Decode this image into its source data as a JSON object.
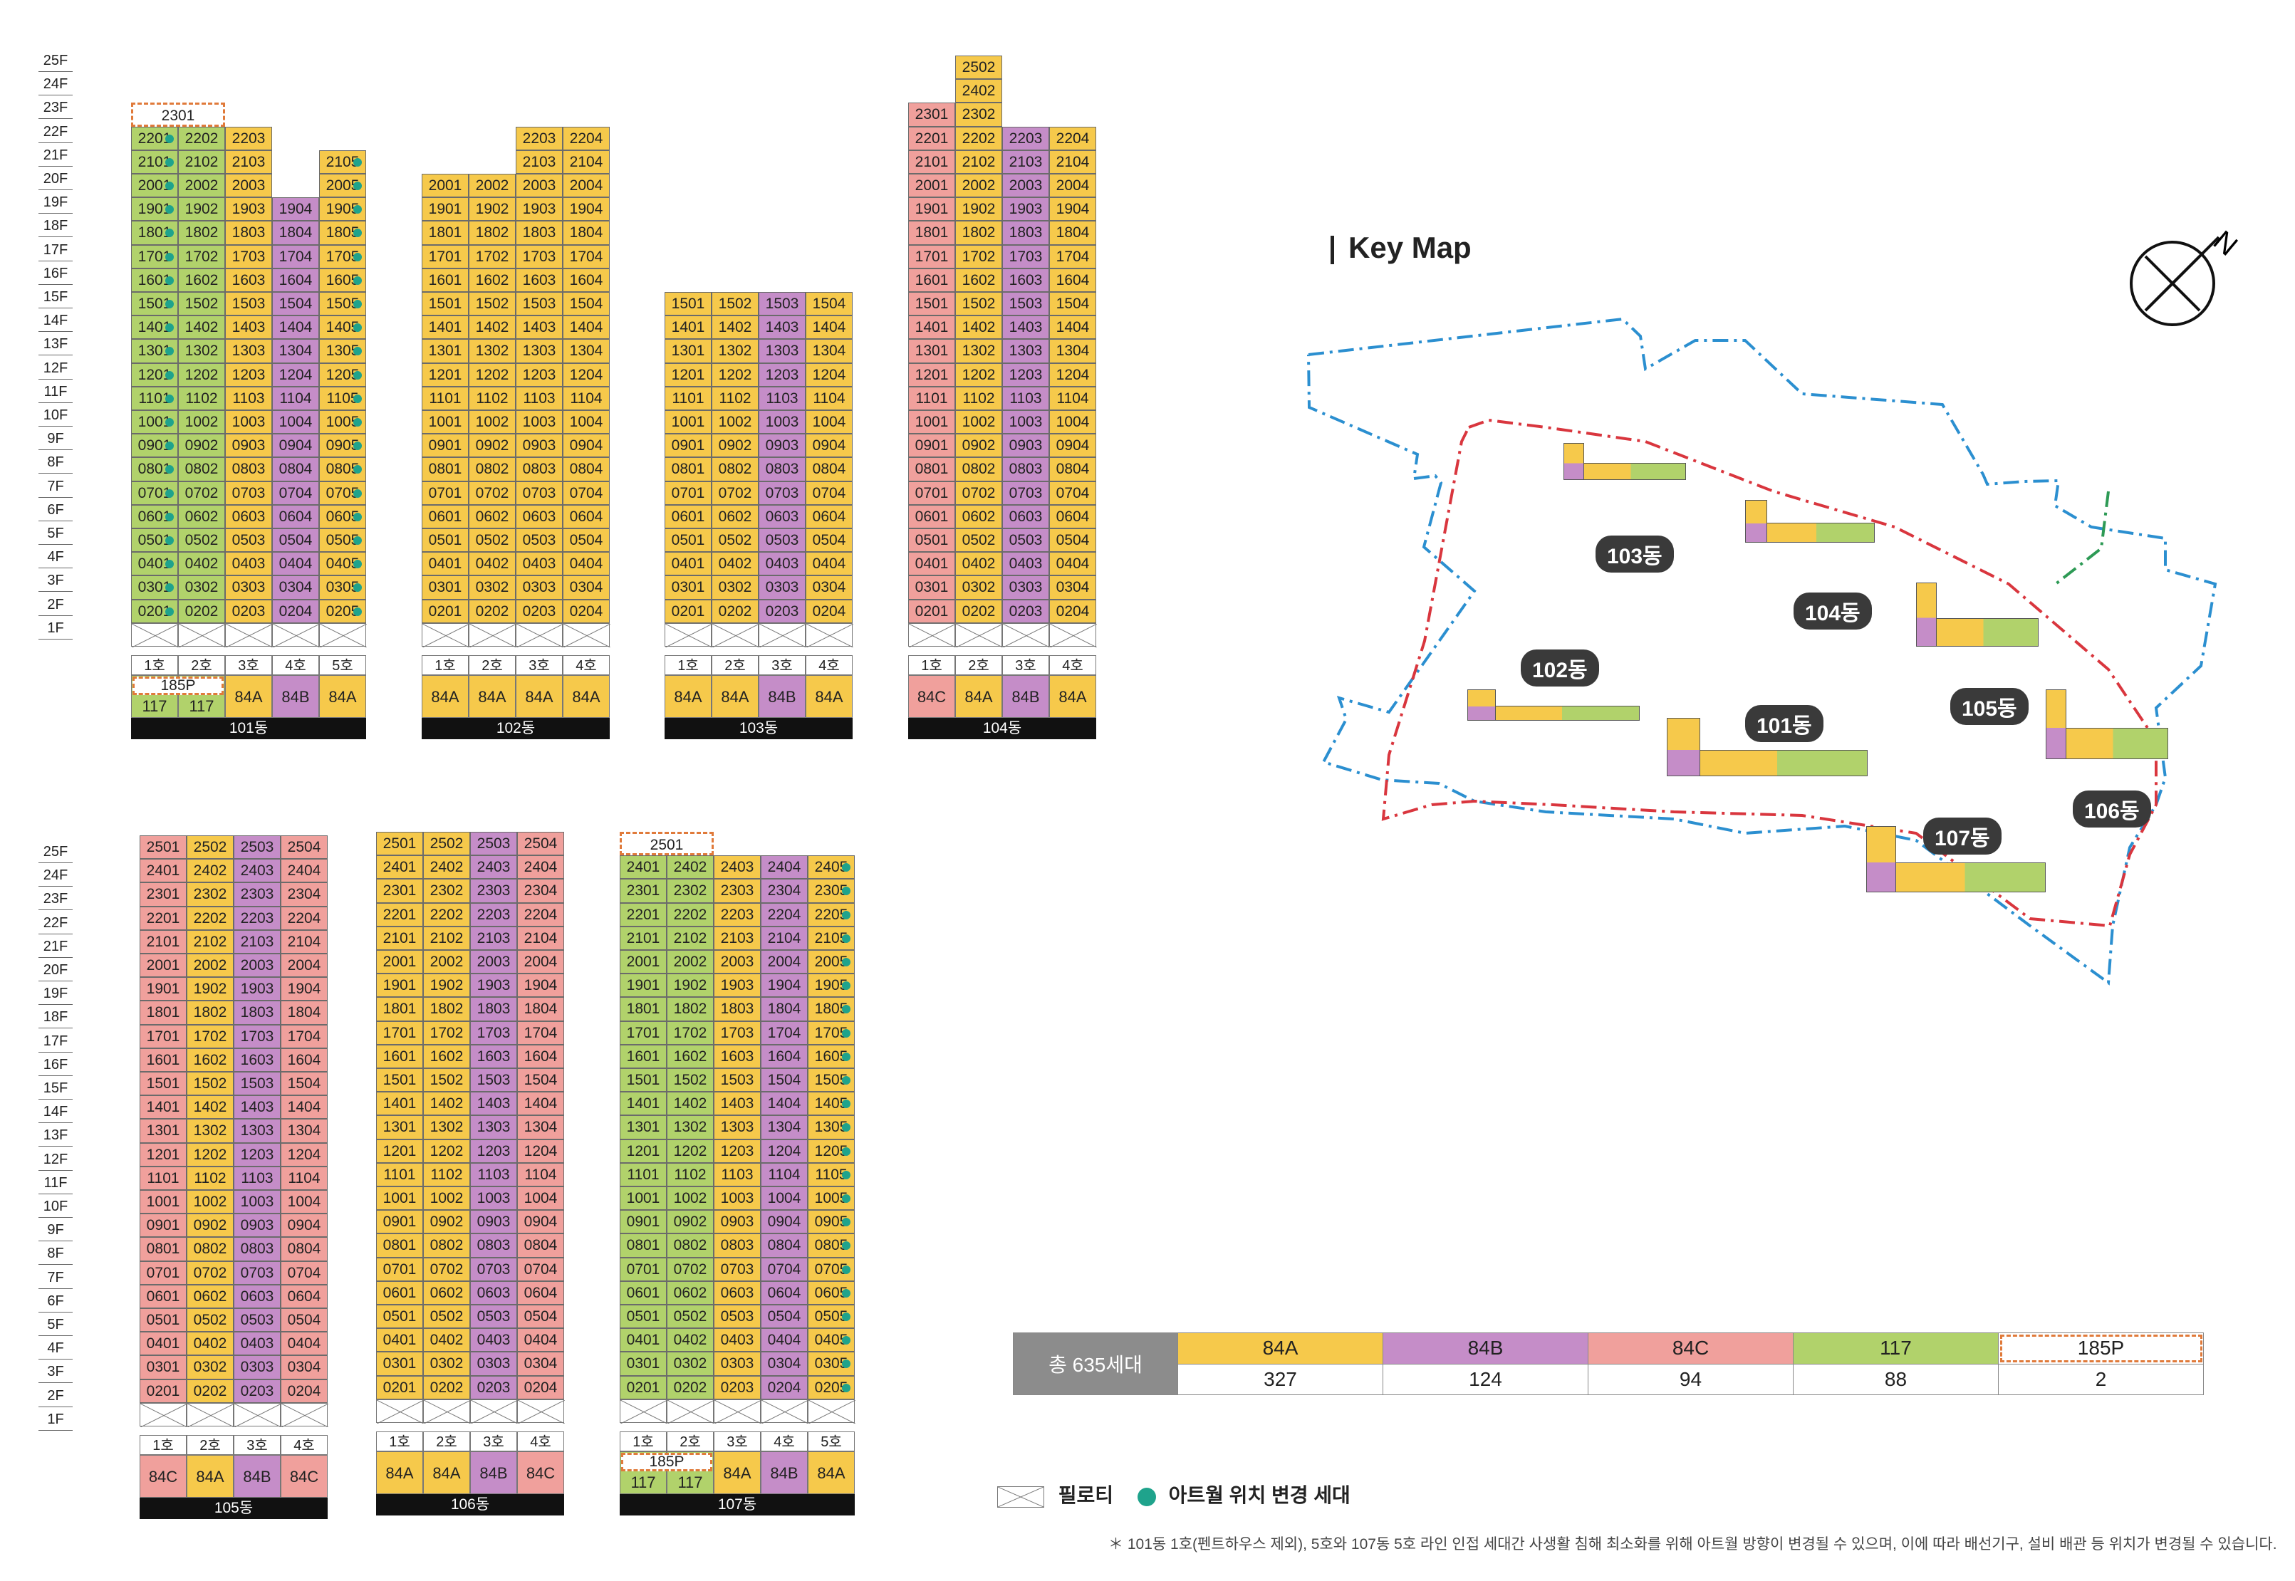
{
  "floor_labels_top": [
    "25F",
    "24F",
    "23F",
    "22F",
    "21F",
    "20F",
    "19F",
    "18F",
    "17F",
    "16F",
    "15F",
    "14F",
    "13F",
    "12F",
    "11F",
    "10F",
    "9F",
    "8F",
    "7F",
    "6F",
    "5F",
    "4F",
    "3F",
    "2F",
    "1F"
  ],
  "floor_labels_bottom": [
    "25F",
    "24F",
    "23F",
    "22F",
    "21F",
    "20F",
    "19F",
    "18F",
    "17F",
    "16F",
    "15F",
    "14F",
    "13F",
    "12F",
    "11F",
    "10F",
    "9F",
    "8F",
    "7F",
    "6F",
    "5F",
    "4F",
    "3F",
    "2F",
    "1F"
  ],
  "ho_labels": [
    "1호",
    "2호",
    "3호",
    "4호",
    "5호"
  ],
  "colors": {
    "84A": "#F6C94B",
    "84B": "#C58DC8",
    "84C": "#F0A09C",
    "117": "#B1D26B",
    "185P": "#FFFFFF",
    "art_wall_dot": "#1fa38c"
  },
  "buildings": [
    {
      "name": "101동",
      "types": [
        "117",
        "117",
        "84A",
        "84B",
        "84A"
      ],
      "type_labels": [
        "117",
        "117",
        "84A",
        "84B",
        "84A"
      ],
      "penthouse": {
        "label": "185P",
        "cols": 2
      },
      "top": {
        "1": 23,
        "2": 22,
        "3": 22,
        "4": 19,
        "5": 21
      },
      "ph23": "2301",
      "dots": {
        "1": true,
        "5": true
      },
      "dot_floors_c1": [
        2,
        22
      ],
      "dot_floors_c5": [
        2,
        21
      ]
    },
    {
      "name": "102동",
      "types": [
        "84A",
        "84A",
        "84A",
        "84A"
      ],
      "type_labels": [
        "84A",
        "84A",
        "84A",
        "84A"
      ],
      "top": {
        "1": 20,
        "2": 20,
        "3": 22,
        "4": 22
      }
    },
    {
      "name": "103동",
      "types": [
        "84A",
        "84A",
        "84B",
        "84A"
      ],
      "type_labels": [
        "84A",
        "84A",
        "84B",
        "84A"
      ],
      "top": {
        "1": 15,
        "2": 15,
        "3": 15,
        "4": 15
      }
    },
    {
      "name": "104동",
      "types": [
        "84C",
        "84A",
        "84B",
        "84A"
      ],
      "type_labels": [
        "84C",
        "84A",
        "84B",
        "84A"
      ],
      "top": {
        "1": 23,
        "2": 25,
        "3": 22,
        "4": 22
      }
    },
    {
      "name": "105동",
      "types": [
        "84C",
        "84A",
        "84B",
        "84C"
      ],
      "type_labels": [
        "84C",
        "84A",
        "84B",
        "84C"
      ],
      "top": {
        "1": 25,
        "2": 25,
        "3": 25,
        "4": 25
      }
    },
    {
      "name": "106동",
      "types": [
        "84A",
        "84A",
        "84B",
        "84C"
      ],
      "type_labels": [
        "84A",
        "84A",
        "84B",
        "84C"
      ],
      "top": {
        "1": 25,
        "2": 25,
        "3": 25,
        "4": 25
      }
    },
    {
      "name": "107동",
      "types": [
        "117",
        "117",
        "84A",
        "84B",
        "84A"
      ],
      "type_labels": [
        "117",
        "117",
        "84A",
        "84B",
        "84A"
      ],
      "penthouse": {
        "label": "185P",
        "cols": 2
      },
      "top": {
        "1": 24,
        "2": 25,
        "3": 24,
        "4": 24,
        "5": 24
      },
      "ph25": "2501"
    }
  ],
  "keymap": {
    "title": "Key Map",
    "buildings": [
      {
        "label": "103동"
      },
      {
        "label": "104동"
      },
      {
        "label": "102동"
      },
      {
        "label": "101동"
      },
      {
        "label": "105동"
      },
      {
        "label": "106동"
      },
      {
        "label": "107동"
      }
    ]
  },
  "summary": {
    "total": "총 635세대",
    "types": [
      {
        "type": "84A",
        "count": "327"
      },
      {
        "type": "84B",
        "count": "124"
      },
      {
        "type": "84C",
        "count": "94"
      },
      {
        "type": "117",
        "count": "88"
      },
      {
        "type": "185P",
        "count": "2"
      }
    ]
  },
  "legend": {
    "piloti": "필로티",
    "art_wall": "아트월 위치 변경 세대"
  },
  "note": "＊ 101동 1호(펜트하우스 제외), 5호와 107동 5호 라인 인접 세대간 사생활 침해 최소화를 위해 아트월 방향이 변경될 수 있으며, 이에 따라 배선기구, 설비 배관 등 위치가 변경될 수 있습니다."
}
